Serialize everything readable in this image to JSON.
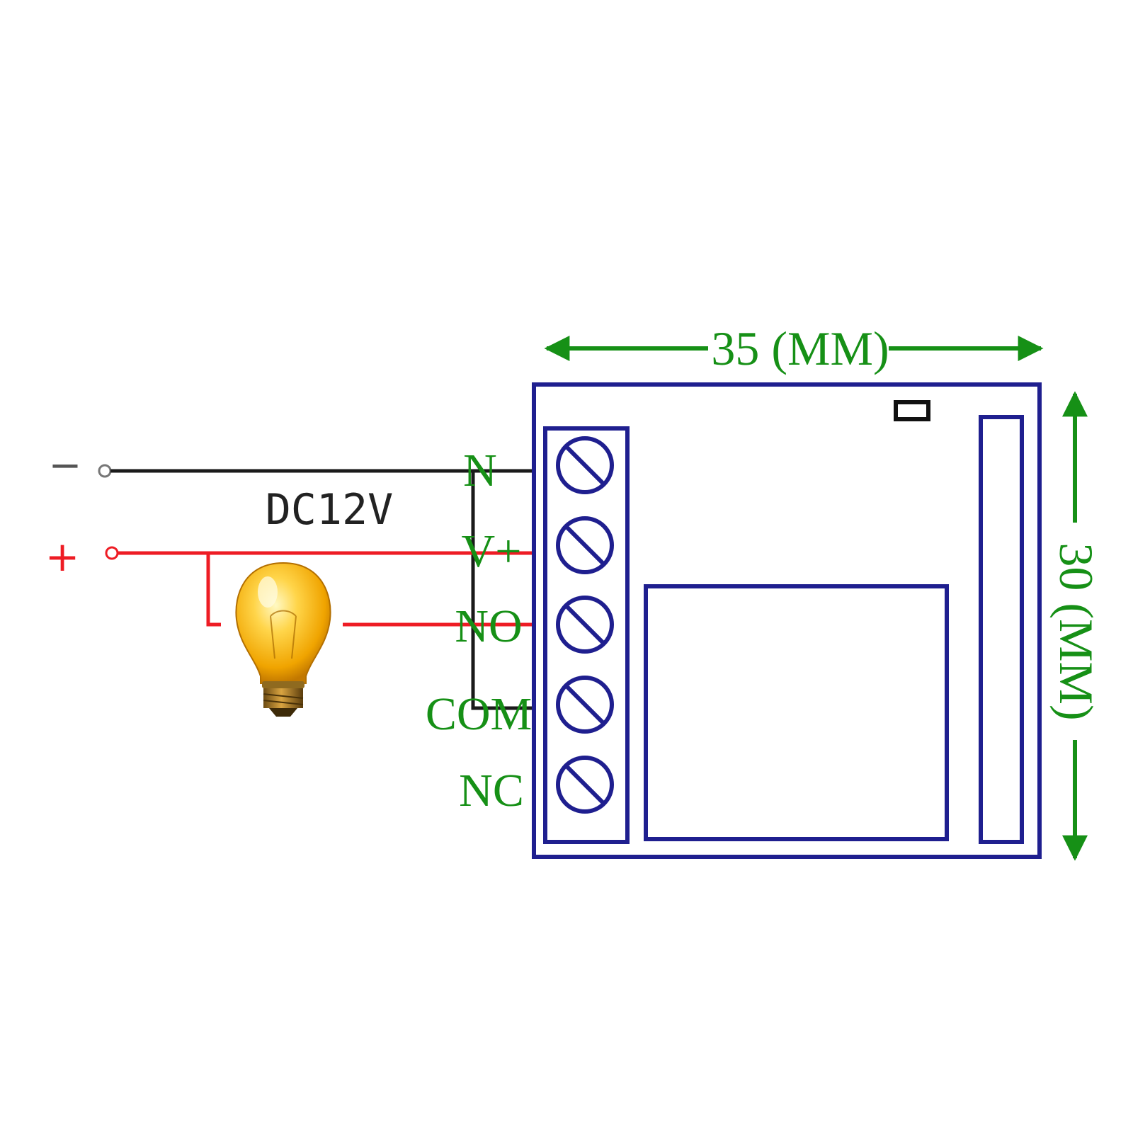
{
  "power": {
    "negative_sign": "−",
    "positive_sign": "+",
    "voltage_label": "DC12V"
  },
  "terminals": [
    {
      "label": "N"
    },
    {
      "label": "V+"
    },
    {
      "label": "NO"
    },
    {
      "label": "COM"
    },
    {
      "label": "NC"
    }
  ],
  "dimensions": {
    "width_label": "35 (MM)",
    "height_label": "30 (MM)"
  },
  "icons": {
    "lamp": "light-bulb-icon",
    "screw": "screw-terminal-icon"
  },
  "colors": {
    "wire_negative": "#1a1a1a",
    "wire_positive": "#ee1c24",
    "board_outline": "#1f1f8f",
    "label_green": "#169016",
    "sign_negative": "#555555",
    "sign_positive": "#ee1c24"
  }
}
